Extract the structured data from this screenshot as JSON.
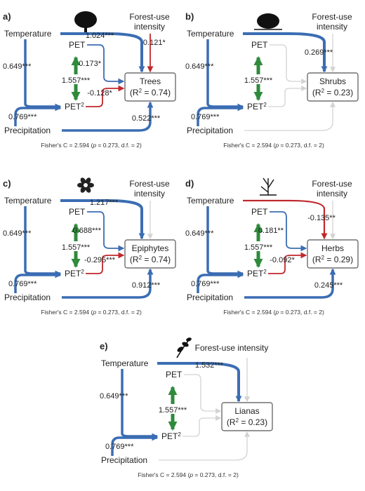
{
  "colors": {
    "positive": "#3b6db3",
    "negative": "#c0282d",
    "correlation": "#2f8a3c",
    "nonsignificant": "#d3d3d3",
    "box_border": "#555555"
  },
  "labels": {
    "temperature": "Temperature",
    "pet": "PET",
    "pet2_base": "PET",
    "pet2_sup": "2",
    "precipitation": "Precipitation",
    "forest_use_line1": "Forest-use",
    "forest_use_line2": "intensity",
    "forest_use_full": "Forest-use intensity",
    "r2_prefix": "(R",
    "r2_sup": "2"
  },
  "fisher": {
    "prefix": "Fisher's C = 2.594 (",
    "p": "p",
    "middle": " = 0.273, d.f. = 2)"
  },
  "shared_coefficients": {
    "temperature_pet": "0.649***",
    "pet_pet2": "1.557***",
    "precip_pet2": "0.769***"
  },
  "panels": [
    {
      "letter": "a)",
      "icon": "tree-icon",
      "response": "Trees",
      "r2": " = 0.74)",
      "temperature": {
        "coef": "1.024***",
        "sign": "positive"
      },
      "pet": {
        "coef": "0.173*",
        "sign": "positive"
      },
      "pet2": {
        "coef": "-0.128*",
        "sign": "negative"
      },
      "precipitation": {
        "coef": "0.522***",
        "sign": "positive"
      },
      "forest_use": {
        "coef": "-0.121*",
        "sign": "negative"
      }
    },
    {
      "letter": "b)",
      "icon": "shrub-icon",
      "response": "Shrubs",
      "r2": " = 0.23)",
      "temperature": {
        "coef": "0.269***",
        "sign": "positive"
      },
      "pet": {
        "coef": "",
        "sign": "nonsignificant"
      },
      "pet2": {
        "coef": "",
        "sign": "nonsignificant"
      },
      "precipitation": {
        "coef": "",
        "sign": "nonsignificant"
      },
      "forest_use": {
        "coef": "",
        "sign": "nonsignificant"
      }
    },
    {
      "letter": "c)",
      "icon": "epiphyte-icon",
      "response": "Epiphytes",
      "r2": " = 0.74)",
      "temperature": {
        "coef": "1.217***",
        "sign": "positive"
      },
      "pet": {
        "coef": "0.688***",
        "sign": "positive"
      },
      "pet2": {
        "coef": "-0.295***",
        "sign": "negative"
      },
      "precipitation": {
        "coef": "0.912***",
        "sign": "positive"
      },
      "forest_use": {
        "coef": "",
        "sign": "nonsignificant"
      }
    },
    {
      "letter": "d)",
      "icon": "herb-icon",
      "response": "Herbs",
      "r2": " = 0.29)",
      "temperature": {
        "coef": "-0.135**",
        "sign": "negative"
      },
      "pet": {
        "coef": "0.181**",
        "sign": "positive"
      },
      "pet2": {
        "coef": "-0.092*",
        "sign": "negative"
      },
      "precipitation": {
        "coef": "0.245***",
        "sign": "positive"
      },
      "forest_use": {
        "coef": "",
        "sign": "nonsignificant"
      }
    },
    {
      "letter": "e)",
      "icon": "liana-icon",
      "response": "Lianas",
      "r2": " = 0.23)",
      "temperature": {
        "coef": "1.532***",
        "sign": "positive"
      },
      "pet": {
        "coef": "",
        "sign": "nonsignificant"
      },
      "pet2": {
        "coef": "",
        "sign": "nonsignificant"
      },
      "precipitation": {
        "coef": "",
        "sign": "nonsignificant"
      },
      "forest_use": {
        "coef": "",
        "sign": "nonsignificant"
      }
    }
  ]
}
